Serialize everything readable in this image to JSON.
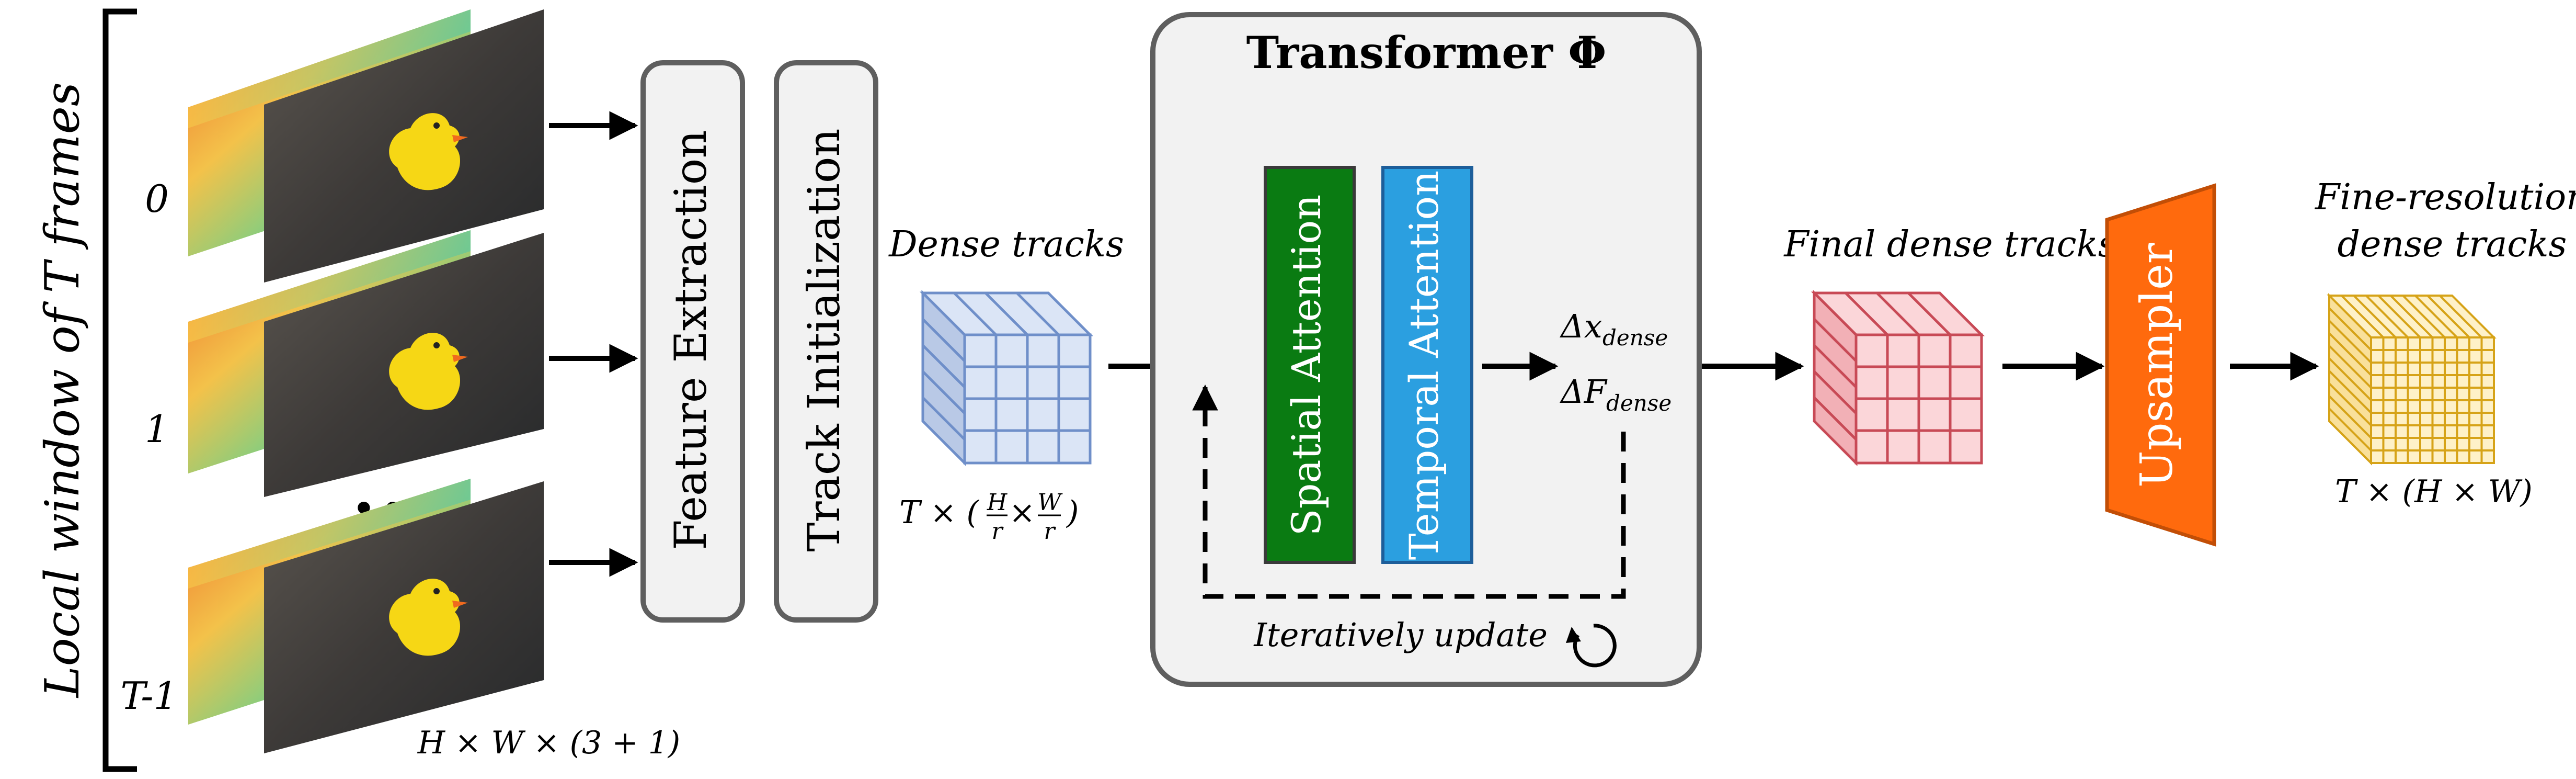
{
  "left_bracket_label": "Local window of T frames",
  "frames": [
    {
      "index_label": "0"
    },
    {
      "index_label": "1"
    },
    {
      "index_label": "T-1"
    }
  ],
  "frames_ellipsis": "•••",
  "input_dims": "H × W × (3 + 1)",
  "feature_extraction_label": "Feature Extraction",
  "track_init_label": "Track Initialization",
  "dense_tracks": {
    "title": "Dense tracks",
    "dims_prefix": "T × (",
    "dims_suffix": ")",
    "frac1_num": "H",
    "frac1_den": "r",
    "frac_times": "×",
    "frac2_num": "W",
    "frac2_den": "r"
  },
  "transformer": {
    "title": "Transformer Φ",
    "spatial_label": "Spatial Attention",
    "temporal_label": "Temporal Attention",
    "delta_x_base": "Δx",
    "delta_x_sub": "dense",
    "delta_f_base": "ΔF",
    "delta_f_sub": "dense",
    "update_label": "Iteratively update"
  },
  "final_tracks_label": "Final dense tracks",
  "upsampler_label": "Upsampler",
  "fine_tracks": {
    "title_line1": "Fine-resolution",
    "title_line2": "dense tracks",
    "dims": "T × (H × W)"
  },
  "colors": {
    "box_fill": "#f2f2f2",
    "box_stroke": "#5f5f5f",
    "spatial": "#0a7b12",
    "temporal": "#2b9fe0",
    "upsampler": "#ff6a0d",
    "dense_cube": "#c8d7f0",
    "final_cube": "#f5b8bd",
    "fine_cube": "#fde9b0"
  },
  "icons": [
    "refresh-icon"
  ]
}
